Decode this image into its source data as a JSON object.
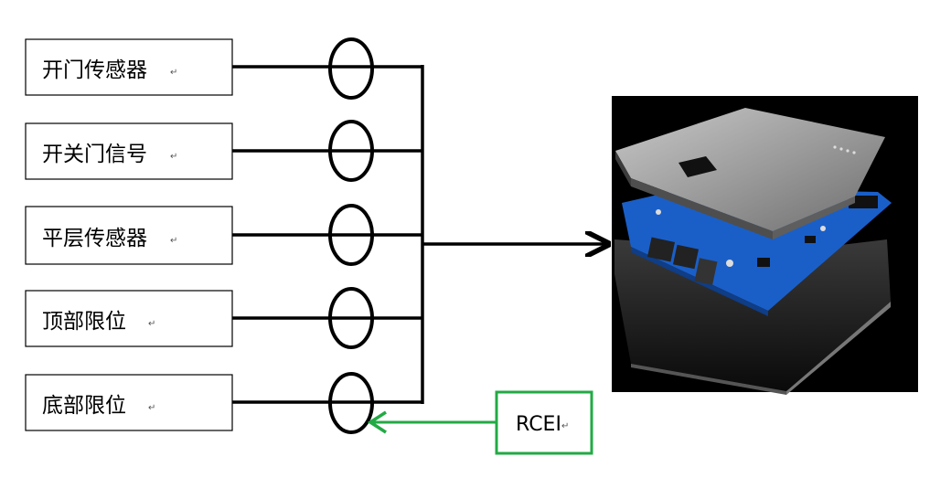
{
  "inputs": [
    {
      "label": "开门传感器",
      "mark": "↵"
    },
    {
      "label": "开关门信号",
      "mark": "↵"
    },
    {
      "label": "平层传感器",
      "mark": "↵"
    },
    {
      "label": "顶部限位",
      "mark": "↵"
    },
    {
      "label": "底部限位",
      "mark": "↵"
    }
  ],
  "rcei": {
    "label": "RCEI",
    "mark": "↵"
  },
  "device": {
    "icon": "controller-board-device-icon"
  },
  "colors": {
    "line": "#000000",
    "rcei": "#22aa44",
    "device_bg": "#000000",
    "board": "#1a5fc8",
    "case_top": "#9a9a9a"
  }
}
